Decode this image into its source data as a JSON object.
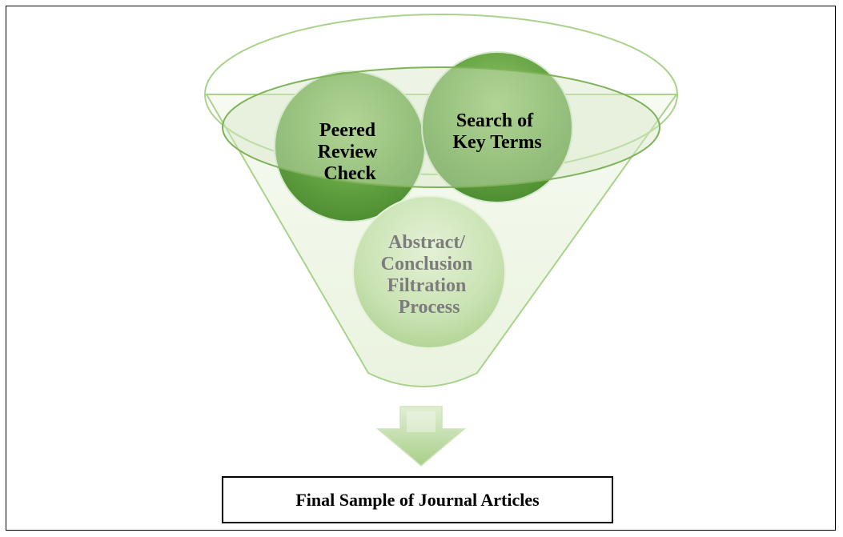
{
  "diagram": {
    "title": "",
    "funnel_items": [
      {
        "id": "peer",
        "lines": [
          "Peered",
          "Review",
          "Check"
        ],
        "color": "#000000"
      },
      {
        "id": "search",
        "lines": [
          "Search of",
          "Key Terms"
        ],
        "color": "#000000"
      },
      {
        "id": "abstract",
        "lines": [
          "Abstract/",
          "Conclusion",
          "Filtration",
          "Process"
        ],
        "color": "#7c7c7c"
      }
    ],
    "output": {
      "label": "Final Sample of Journal Articles"
    },
    "colors": {
      "funnel_fill": "#eef5e6",
      "funnel_stroke": "#9cc97c",
      "circle_dark": "#5c9c3c",
      "circle_light": "#cde3b8",
      "arrow": "#b6d79a"
    }
  }
}
